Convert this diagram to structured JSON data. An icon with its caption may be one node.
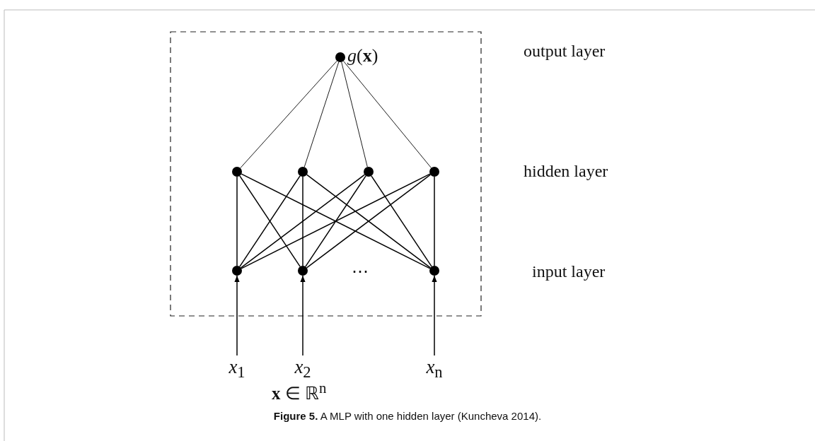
{
  "diagram": {
    "caption": "**Figure 5.** A MLP with one hidden layer (Kuncheva 2014).",
    "nodes": [
      {
        "text": [],
        "shape": "circle",
        "beside": [
          "*g*(**x**)"
        ]
      },
      {
        "text": [],
        "shape": "circle"
      },
      {
        "text": [],
        "shape": "circle"
      },
      {
        "text": [],
        "shape": "circle"
      },
      {
        "text": [],
        "shape": "circle"
      },
      {
        "text": [],
        "shape": "circle"
      },
      {
        "text": [],
        "shape": "circle"
      },
      {
        "text": [],
        "shape": "circle"
      },
      {
        "text": [
          "*x*$_{1}$"
        ]
      },
      {
        "text": [
          "*x*$_{2}$"
        ]
      },
      {
        "text": [
          "*x*$_{n}$"
        ]
      }
    ],
    "edges": [
      {
        "from": 1,
        "to": 0,
        "arrow": "none"
      },
      {
        "from": 2,
        "to": 0,
        "arrow": "none"
      },
      {
        "from": 3,
        "to": 0,
        "arrow": "none"
      },
      {
        "from": 4,
        "to": 0,
        "arrow": "none"
      },
      {
        "from": 5,
        "to": 1,
        "arrow": "none"
      },
      {
        "from": 5,
        "to": 2,
        "arrow": "none"
      },
      {
        "from": 5,
        "to": 3,
        "arrow": "none"
      },
      {
        "from": 5,
        "to": 4,
        "arrow": "none"
      },
      {
        "from": 6,
        "to": 1,
        "arrow": "none"
      },
      {
        "from": 6,
        "to": 2,
        "arrow": "none"
      },
      {
        "from": 6,
        "to": 3,
        "arrow": "none"
      },
      {
        "from": 6,
        "to": 4,
        "arrow": "none"
      },
      {
        "from": 7,
        "to": 1,
        "arrow": "none"
      },
      {
        "from": 7,
        "to": 2,
        "arrow": "none"
      },
      {
        "from": 7,
        "to": 3,
        "arrow": "none"
      },
      {
        "from": 7,
        "to": 4,
        "arrow": "none"
      },
      {
        "from": 8,
        "to": 5,
        "arrow": "to"
      },
      {
        "from": 9,
        "to": 6,
        "arrow": "to"
      },
      {
        "from": 10,
        "to": 7,
        "arrow": "to"
      }
    ],
    "labels": [
      "output layer",
      "hidden layer",
      "⋯",
      "input layer",
      "**x** ∈ ℝ$^{n}$"
    ]
  }
}
